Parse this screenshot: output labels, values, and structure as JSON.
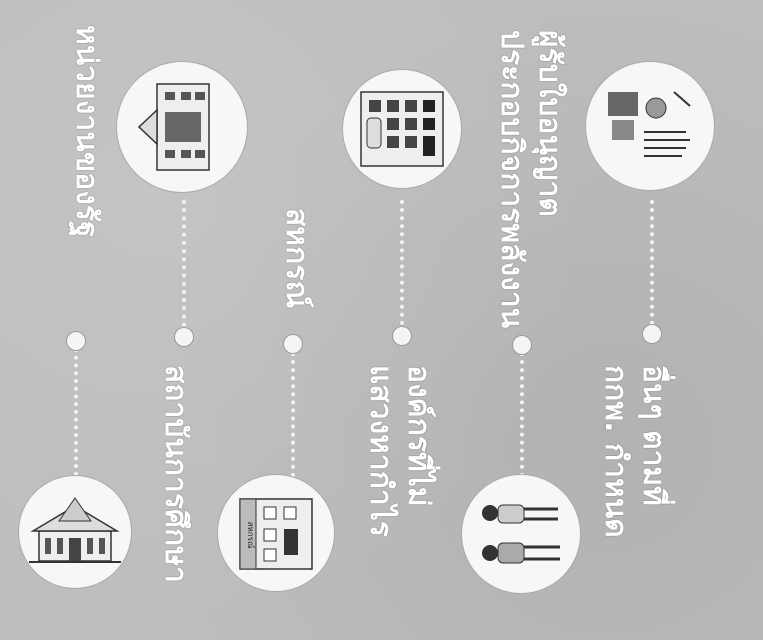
{
  "items": [
    {
      "line1": "หน่วยงานของรัฐ",
      "line2": "",
      "icon": "government-building"
    },
    {
      "line1": "สถาบันการศึกษา",
      "line2": "",
      "icon": "school-building"
    },
    {
      "line1": "สหกรณ์",
      "line2": "",
      "icon": "shop-building",
      "sign": "สหกรณ์"
    },
    {
      "line1": "องค์กรที่ไม่",
      "line2": "แสวงหากำไร",
      "icon": "office-block"
    },
    {
      "line1": "ผู้รับใบอนุญาต",
      "line2": "ประกอบกิจการพลังงาน",
      "icon": "people"
    },
    {
      "line1": "อื่นๆ ตามที่",
      "line2": "กกพ. กำหนด",
      "icon": "documents"
    }
  ]
}
